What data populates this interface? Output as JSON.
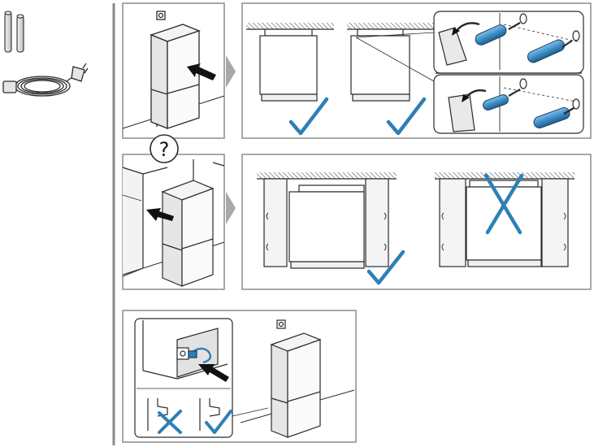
{
  "colors": {
    "accent_blue": "#2f7fb6",
    "dowel_blue": "#3d8ec7",
    "frame_gray": "#8c8c8c",
    "line_dark": "#2b2b2b",
    "chevron_gray": "#a8a8a8",
    "divider_gray": "#8a8a8a"
  },
  "help_marker": "?",
  "accessories": {
    "items": [
      {
        "icon": "spacer-dowels-icon"
      },
      {
        "icon": "power-cable-icon"
      }
    ]
  },
  "steps": [
    {
      "id": "step-1",
      "icon": "fridge-push-icon"
    },
    {
      "id": "step-2",
      "icon": "dowel-mounting-icon",
      "variants": [
        {
          "result": "correct"
        },
        {
          "result": "correct"
        }
      ]
    },
    {
      "id": "step-3",
      "icon": "fridge-push-between-cabinets-icon"
    },
    {
      "id": "step-4",
      "icon": "cabinet-gap-icon",
      "variants": [
        {
          "result": "correct"
        },
        {
          "result": "incorrect"
        }
      ]
    },
    {
      "id": "step-5",
      "icon": "plug-in-icon",
      "variants": [
        {
          "result": "incorrect"
        },
        {
          "result": "correct"
        }
      ]
    }
  ]
}
